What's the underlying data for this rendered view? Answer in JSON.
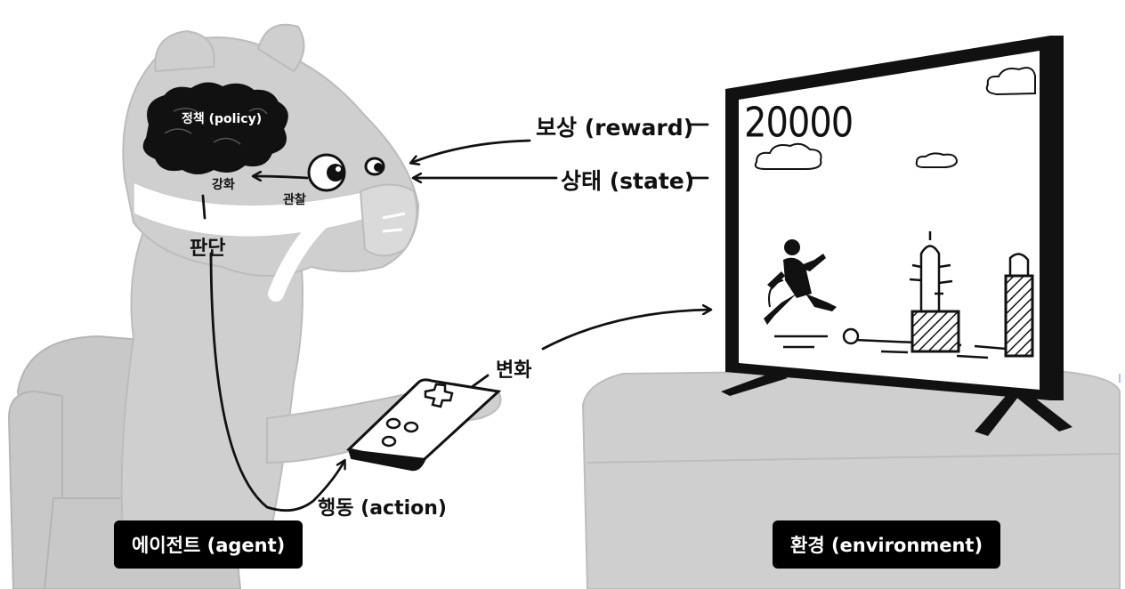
{
  "labels": {
    "reward": "보상 (reward)",
    "state": "상태 (state)",
    "policy": "정책 (policy)",
    "reinforce": "강화",
    "observe": "관찰",
    "judge": "판단",
    "change": "변화",
    "action": "행동 (action)",
    "agent": "에이전트 (agent)",
    "environment": "환경 (environment)"
  },
  "game": {
    "score": "20000"
  }
}
